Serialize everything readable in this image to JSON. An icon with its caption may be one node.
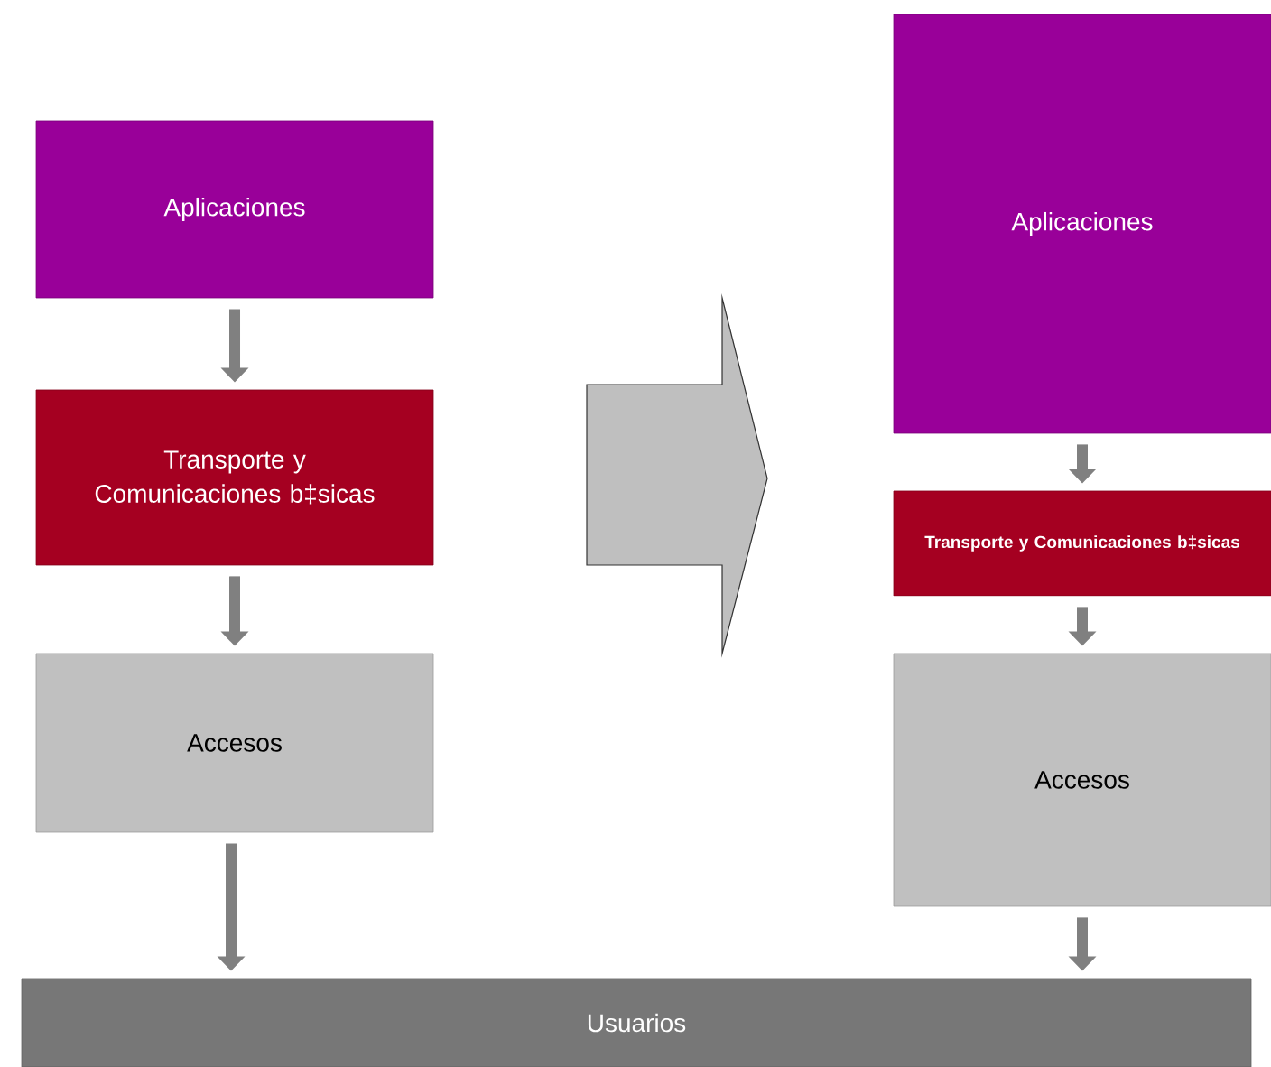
{
  "diagram": {
    "nodes": [
      {
        "text": [
          "Aplicaciones"
        ]
      },
      {
        "text": [
          "Transporte y Comunicaciones b‡sicas"
        ]
      },
      {
        "text": [
          "Accesos"
        ]
      },
      {
        "text": [
          "Aplicaciones"
        ]
      },
      {
        "text": [
          "Transporte y Comunicaciones b‡sicas"
        ]
      },
      {
        "text": [
          "Accesos"
        ]
      },
      {
        "text": [
          "Usuarios"
        ]
      }
    ],
    "edges": [
      {
        "from": 0,
        "to": 1,
        "arrow": "to"
      },
      {
        "from": 1,
        "to": 2,
        "arrow": "to"
      },
      {
        "from": 2,
        "to": 6,
        "arrow": "to"
      },
      {
        "from": 3,
        "to": 4,
        "arrow": "to"
      },
      {
        "from": 4,
        "to": 5,
        "arrow": "to"
      },
      {
        "from": 5,
        "to": 6,
        "arrow": "to"
      }
    ]
  }
}
